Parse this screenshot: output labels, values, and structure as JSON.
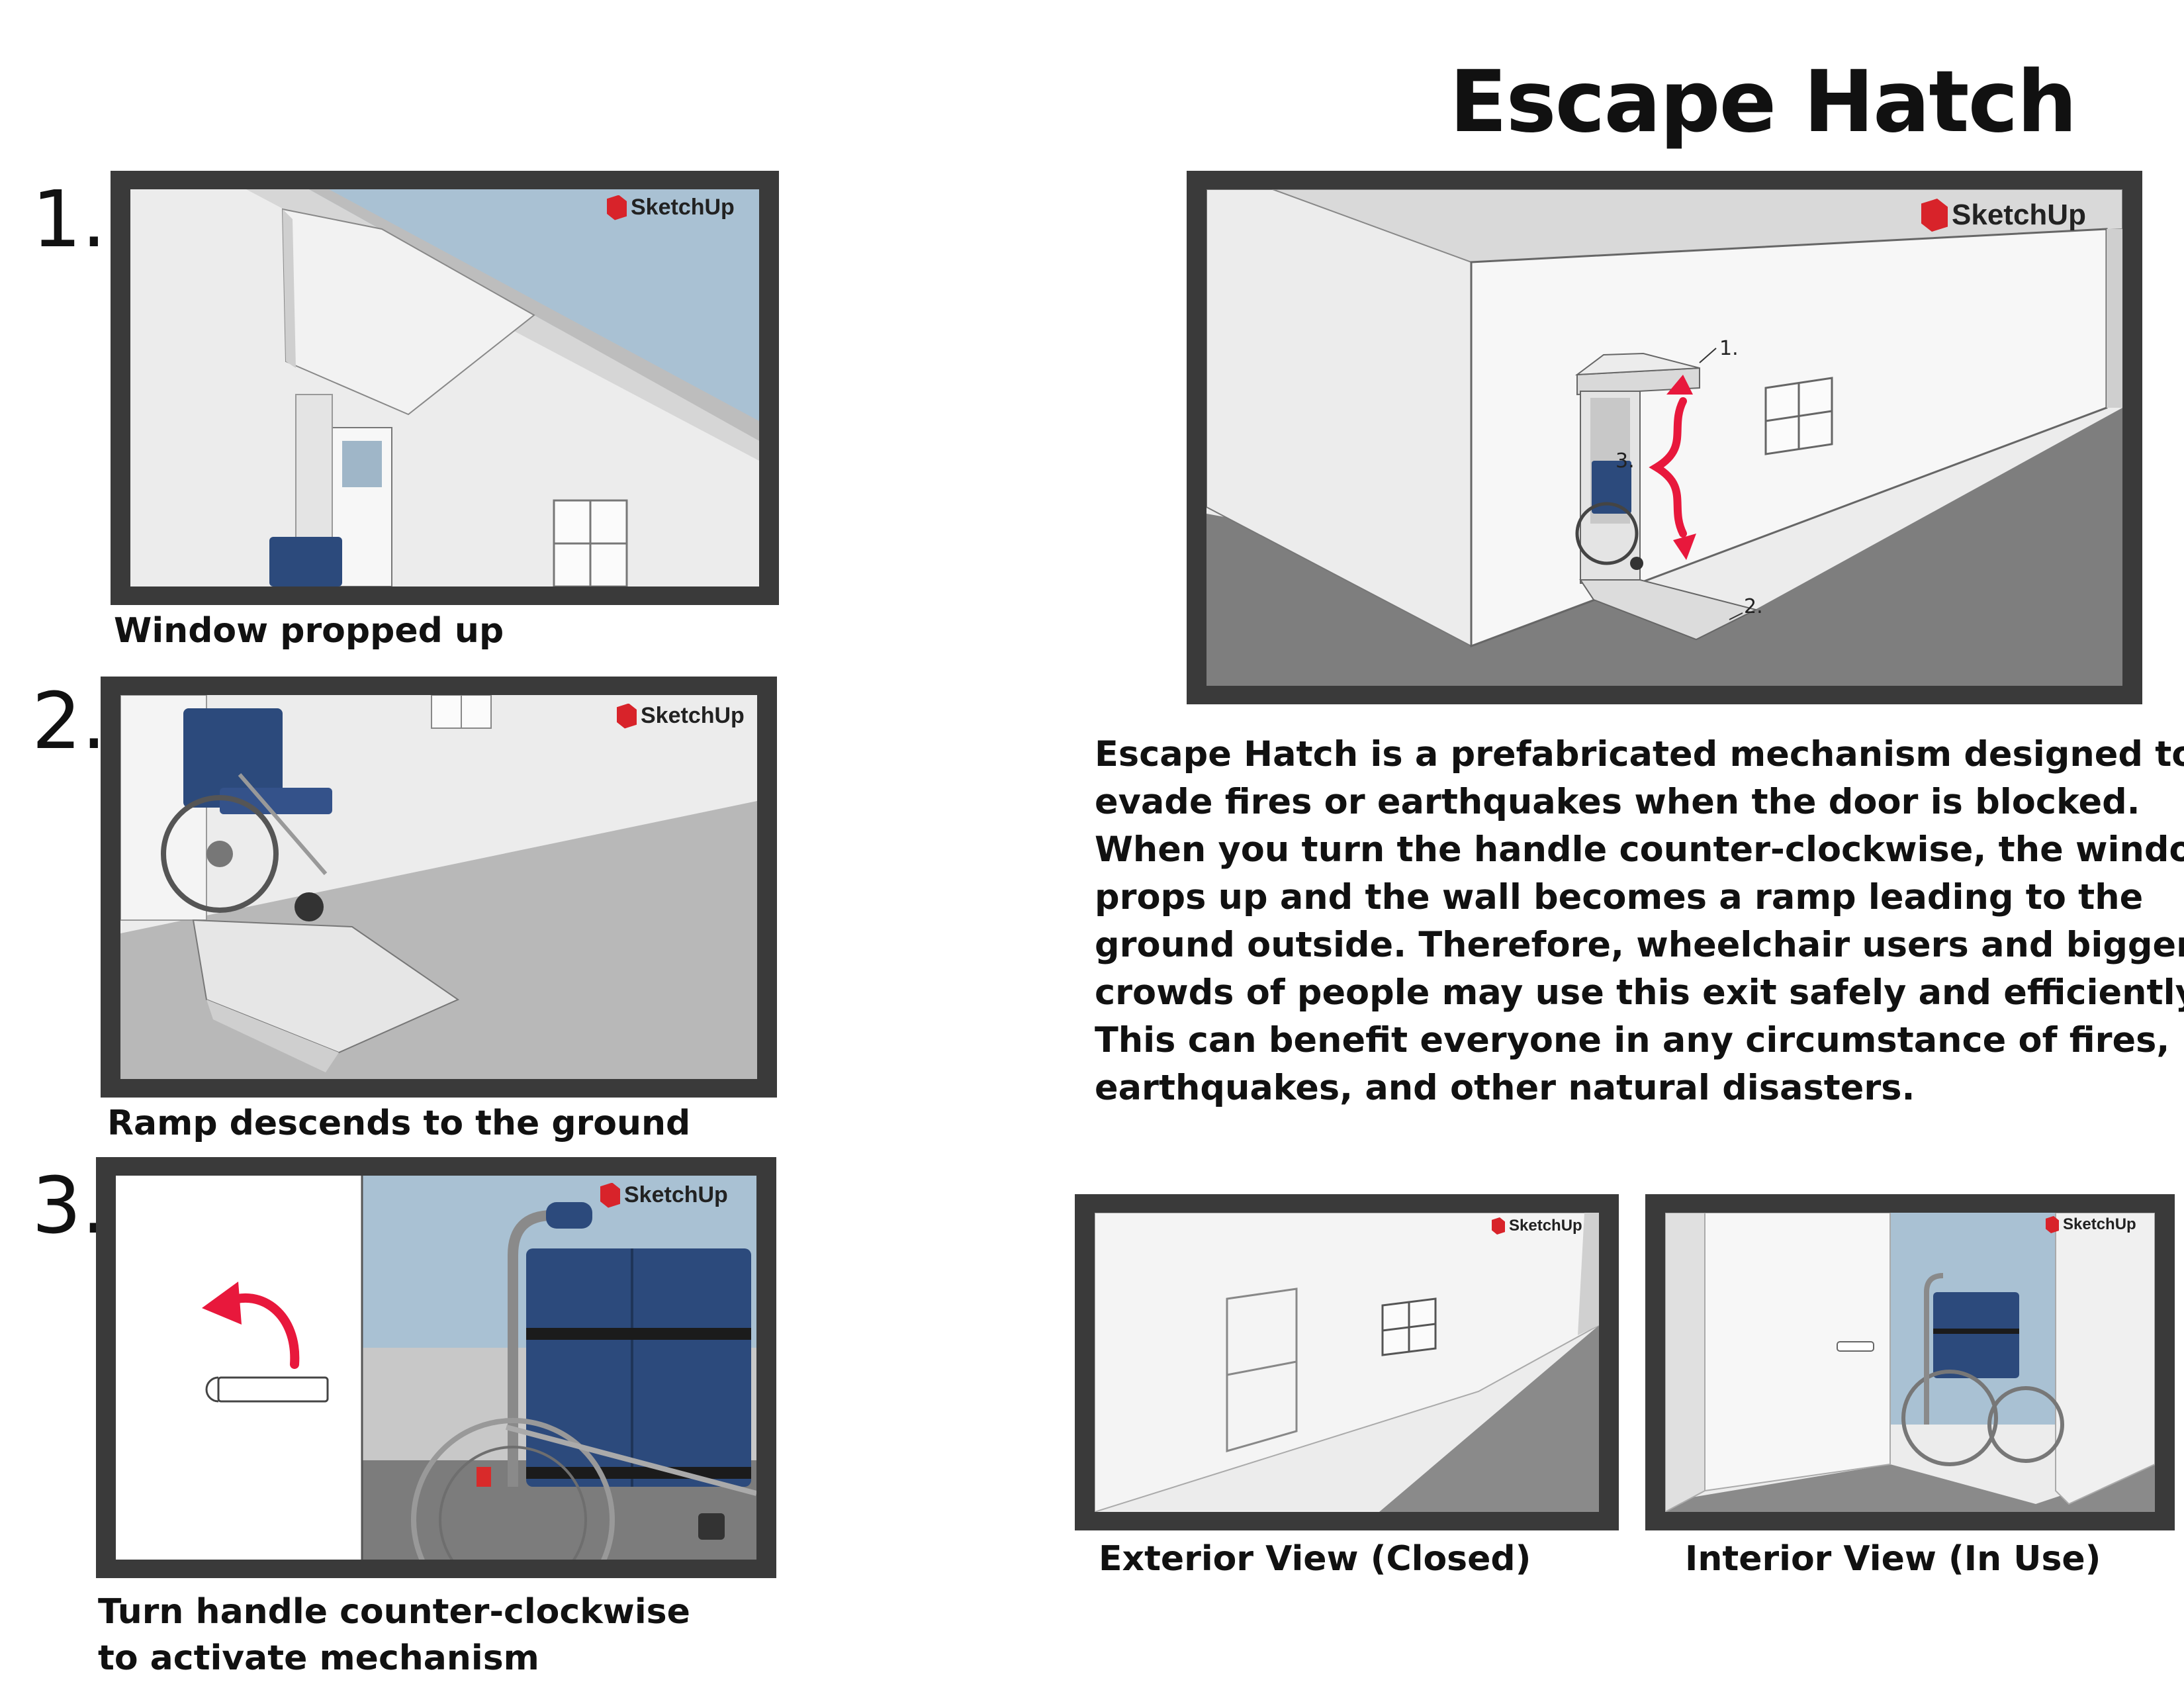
{
  "title": "Escape Hatch",
  "brand": {
    "logo_text": "SketchUp",
    "logo_color": "#d8232a"
  },
  "steps": [
    {
      "number": "1.",
      "caption": "Window propped up"
    },
    {
      "number": "2.",
      "caption": "Ramp descends to the ground"
    },
    {
      "number": "3.",
      "caption_lines": [
        "Turn handle counter-clockwise",
        "to activate mechanism"
      ]
    }
  ],
  "main_image": {
    "callouts": [
      "1.",
      "2.",
      "3."
    ]
  },
  "description_lines": [
    "Escape Hatch is a prefabricated mechanism designed to",
    "evade fires or earthquakes when the door is blocked.",
    "When you turn the handle counter-clockwise, the window",
    "props up and the wall becomes a ramp leading to the",
    "ground outside. Therefore, wheelchair users and bigger",
    "crowds of people may use this exit safely and efficiently.",
    "This can benefit everyone in any circumstance of fires,",
    "earthquakes, and other natural disasters."
  ],
  "views": [
    {
      "caption": "Exterior View (Closed)"
    },
    {
      "caption": "Interior View (In Use)"
    }
  ],
  "colors": {
    "frame": "#3a3a3a",
    "arrow": "#e8183c",
    "wheelchair": "#2c4a7c",
    "sky": "#a9c1d3"
  }
}
